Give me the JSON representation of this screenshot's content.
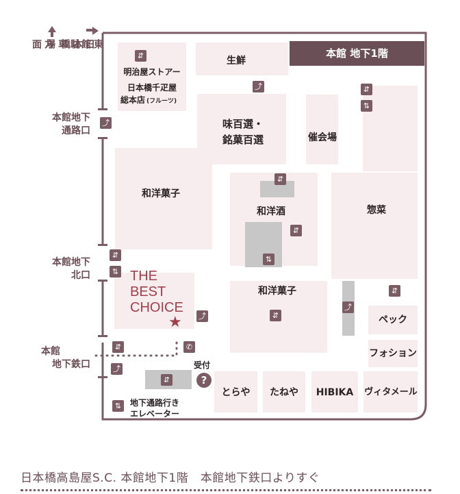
{
  "floor_banner": "本館 地下1階",
  "directions": {
    "east": "東館",
    "nihonbashi": "日本橋",
    "parking": "駐車場",
    "houmen": "方面"
  },
  "sides": {
    "honkan_chika": "本館地下",
    "tsuro": "通路口",
    "kita": "北口",
    "honkan": "本館",
    "chikatetsu": "地下鉄口"
  },
  "areas": {
    "seisen": "生鮮",
    "meijiya": "明治屋ストアー",
    "sembikiya": "日本橋千疋屋",
    "sembikiya_sub": "総本店",
    "sembikiya_note": "(フルーツ)",
    "ajihyaku": "味百選・",
    "meika": "銘菓百選",
    "saikai": "催会場",
    "wayo1": "和洋菓子",
    "wayoshu": "和洋酒",
    "sozai": "惣菜",
    "wayo2": "和洋菓子",
    "pekku": "ペック",
    "fauchon": "フォション",
    "toraya": "とらや",
    "taneya": "たねや",
    "hibika": "HIBIKA",
    "vitamer": "ヴィタメール",
    "uketsuke": "受付",
    "elevator_note": "地下通路行き",
    "elevator_note2": "エレベーター",
    "best_choice": "THE\nBEST\nCHOICE"
  },
  "footer": {
    "text": "日本橋高島屋S.C. 本館地下1階　本館地下鉄口よりすぐ"
  },
  "colors": {
    "wall": "#7a5d64",
    "room": "#f7ecee",
    "banner": "#6b4f57",
    "accent": "#a1404d"
  },
  "icons": [
    "escalator-icon",
    "elevator-icon",
    "stairs-icon",
    "info-icon",
    "phone-icon",
    "star-icon"
  ]
}
